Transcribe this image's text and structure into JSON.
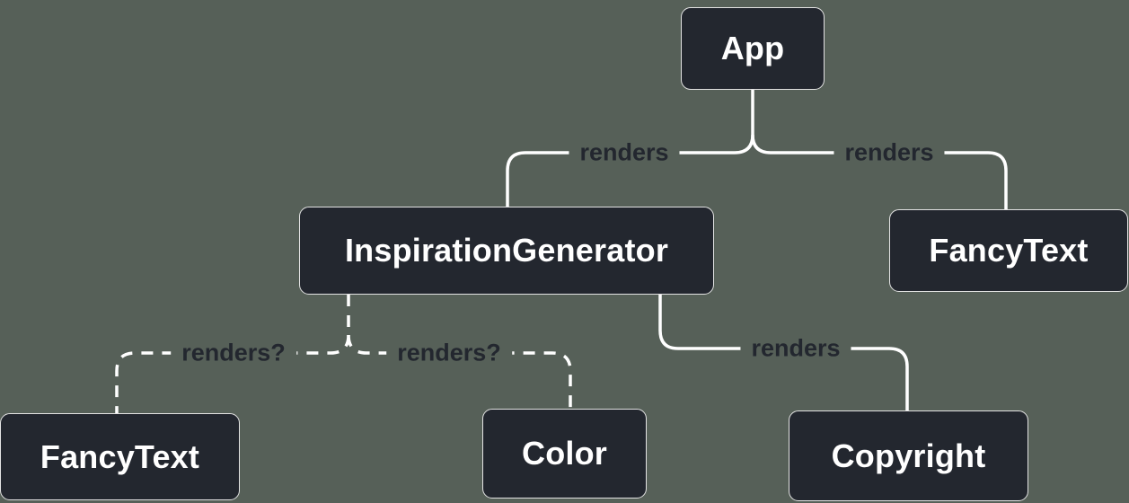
{
  "diagram": {
    "type": "component-render-tree",
    "nodes": [
      {
        "id": "app",
        "label": "App"
      },
      {
        "id": "inspiration-generator",
        "label": "InspirationGenerator"
      },
      {
        "id": "fancy-text-top",
        "label": "FancyText"
      },
      {
        "id": "fancy-text-bottom",
        "label": "FancyText"
      },
      {
        "id": "color",
        "label": "Color"
      },
      {
        "id": "copyright",
        "label": "Copyright"
      }
    ],
    "edges": [
      {
        "from": "App",
        "to": "InspirationGenerator",
        "label": "renders",
        "style": "solid"
      },
      {
        "from": "App",
        "to": "FancyText",
        "label": "renders",
        "style": "solid"
      },
      {
        "from": "InspirationGenerator",
        "to": "FancyText",
        "label": "renders?",
        "style": "dashed"
      },
      {
        "from": "InspirationGenerator",
        "to": "Color",
        "label": "renders?",
        "style": "dashed"
      },
      {
        "from": "InspirationGenerator",
        "to": "Copyright",
        "label": "renders",
        "style": "solid"
      }
    ],
    "colors": {
      "background": "#566058",
      "node_fill": "#23272f",
      "node_border": "#e3e3e3",
      "node_text": "#ffffff",
      "line": "#ffffff",
      "edge_label_text": "#23272f"
    }
  }
}
